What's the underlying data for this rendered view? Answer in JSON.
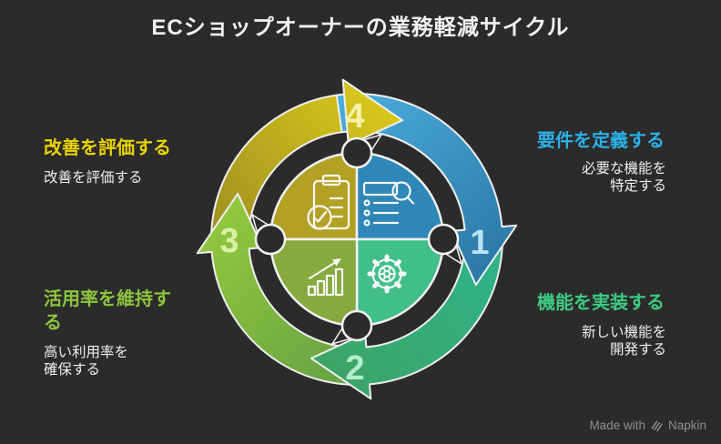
{
  "title": "ECショップオーナーの業務軽減サイクル",
  "steps": [
    {
      "num": "1",
      "heading": "要件を定義する",
      "sub": "必要な機能を\n特定する",
      "heading_color": "#2cb1e8",
      "number_color": "#b9e2f6",
      "arrow_color_start": "#4badde",
      "arrow_color_end": "#2c79a6",
      "quadrant_color": "#2e87b6",
      "icon": "list-search-icon"
    },
    {
      "num": "2",
      "heading": "機能を実装する",
      "sub": "新しい機能を\n開発する",
      "heading_color": "#3ecb81",
      "number_color": "#b2eccd",
      "arrow_color_start": "#2eb48b",
      "arrow_color_end": "#3da464",
      "quadrant_color": "#40bf8b",
      "icon": "gear-icon"
    },
    {
      "num": "3",
      "heading": "活用率を維持する",
      "sub": "高い利用率を\n確保する",
      "heading_color": "#8cc63e",
      "number_color": "#d8f0a6",
      "arrow_color_start": "#649f44",
      "arrow_color_end": "#92c83c",
      "quadrant_color": "#87aa3e",
      "icon": "growth-chart-icon"
    },
    {
      "num": "4",
      "heading": "改善を評価する",
      "sub": "改善を評価する",
      "heading_color": "#e8d400",
      "number_color": "#f6f2a8",
      "arrow_color_start": "#9a8b23",
      "arrow_color_end": "#d9c91a",
      "quadrant_color": "#b3a126",
      "icon": "clipboard-check-icon"
    }
  ],
  "colors": {
    "background": "#2b2b2b",
    "title_text": "#f2f2f2",
    "sub_text": "#efefef",
    "outline": "#efefef",
    "watermark": "#8f8f8f"
  },
  "watermark": {
    "made_with": "Made with",
    "brand": "Napkin"
  }
}
